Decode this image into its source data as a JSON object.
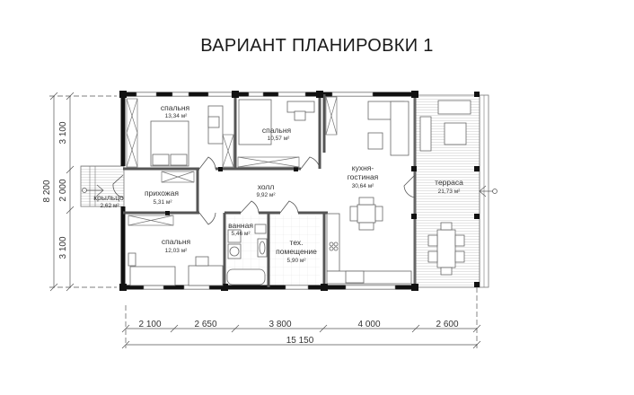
{
  "title": "ВАРИАНТ ПЛАНИРОВКИ 1",
  "rooms": [
    {
      "name": "спальня",
      "area": "13,34 м²"
    },
    {
      "name": "спальня",
      "area": "10,57 м²"
    },
    {
      "name": "кухня-гостиная",
      "name_line1": "кухня-",
      "name_line2": "гостиная",
      "area": "30,64 м²"
    },
    {
      "name": "терраса",
      "area": "21,73 м²"
    },
    {
      "name": "крыльцо",
      "area": "2,62 м²"
    },
    {
      "name": "прихожая",
      "area": "5,31 м²"
    },
    {
      "name": "холл",
      "area": "9,92 м²"
    },
    {
      "name": "ванная",
      "area": "5,46 м²"
    },
    {
      "name": "тех. помещение",
      "name_line1": "тех.",
      "name_line2": "помещение",
      "area": "5,90 м²"
    },
    {
      "name": "спальня",
      "area": "12,03 м²"
    }
  ],
  "dimensions": {
    "horizontal": [
      "2 100",
      "2 650",
      "3 800",
      "4 000",
      "2 600"
    ],
    "horizontal_total": "15 150",
    "vertical": [
      "3 100",
      "2 000",
      "3 100"
    ],
    "vertical_total": "8 200"
  },
  "colors": {
    "wall": "#111111",
    "partition": "#555555",
    "line": "#888888",
    "hatch": "#c8c8c8"
  }
}
